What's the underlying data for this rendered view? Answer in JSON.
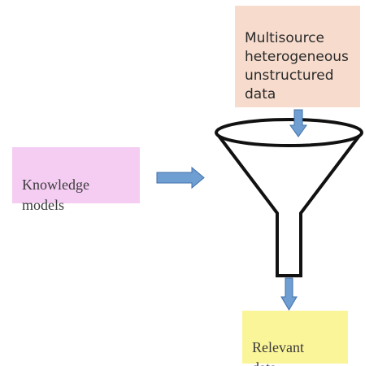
{
  "boxes": {
    "source": "Multisource\nheterogeneous\nunstructured\ndata",
    "knowledge": "Knowledge\nmodels",
    "relevant": "Relevant\ndata"
  },
  "colors": {
    "source_fill": "#f7dccd",
    "knowledge_fill": "#f5cdf3",
    "relevant_fill": "#fbf59a",
    "arrow_fill": "#6f9fd2",
    "arrow_stroke": "#3f6fa8",
    "funnel_stroke": "#111111"
  },
  "icons": {
    "funnel": "funnel-icon",
    "arrow_down_in": "arrow-down-icon",
    "arrow_right_in": "arrow-right-icon",
    "arrow_down_out": "arrow-down-icon"
  }
}
